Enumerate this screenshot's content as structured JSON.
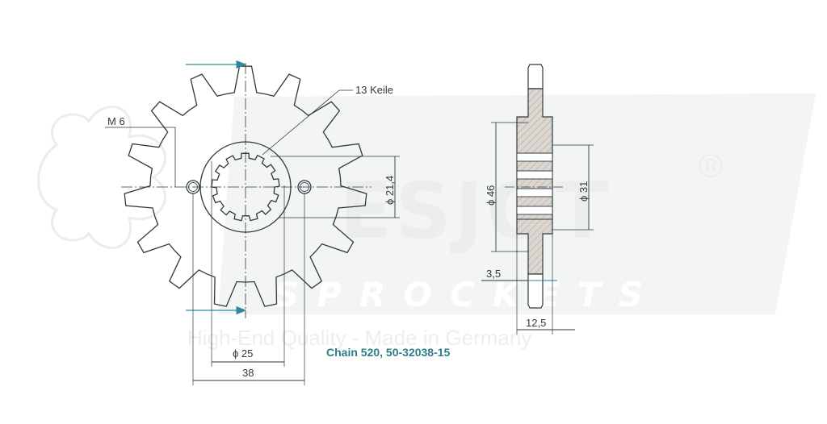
{
  "watermark": {
    "brand": "ESJOT",
    "registered": "®",
    "sub": "SPROCKETS",
    "tagline": "High-End Quality - Made in Germany"
  },
  "front_view": {
    "teeth_label": "13 Keile",
    "thread_label": "M 6",
    "inner_dia_label": "ϕ 21,4",
    "bolt_circle_label": "ϕ 25",
    "outer_width_label": "38"
  },
  "side_view": {
    "outer_dia_label": "ϕ 46",
    "hub_dia_label": "ϕ 31",
    "tooth_thickness_label": "3,5",
    "hub_width_label": "12,5"
  },
  "caption": "Chain 520, 50-32038-15",
  "colors": {
    "line": "#2e3a3e",
    "arrow": "#2e8a98",
    "hatch_fill": "#d8d2cc",
    "caption": "#2e7d8a"
  }
}
